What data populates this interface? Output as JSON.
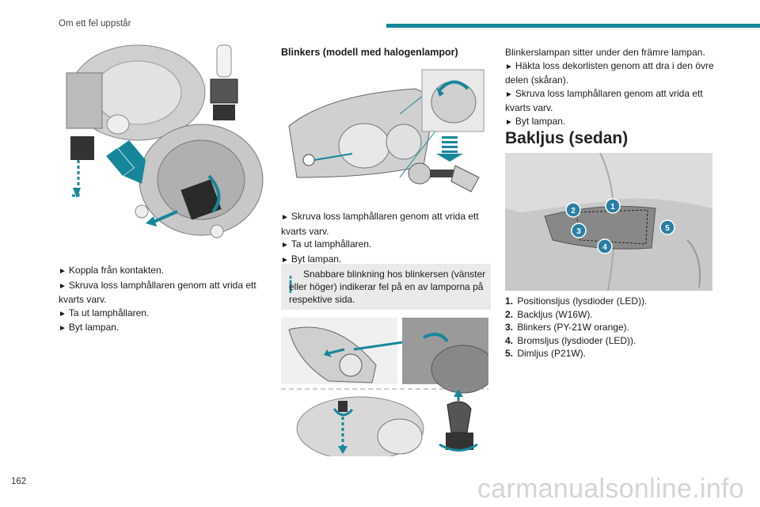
{
  "header": {
    "section_title": "Om ett fel uppstår"
  },
  "col1": {
    "steps": [
      "Koppla från kontakten.",
      "Skruva loss lamphållaren genom att vrida ett kvarts varv.",
      "Ta ut lamphållaren.",
      "Byt lampan."
    ]
  },
  "col2": {
    "heading": "Blinkers (modell med halogenlampor)",
    "steps": [
      "Skruva loss lamphållaren genom att vrida ett kvarts varv.",
      "Ta ut lamphållaren.",
      "Byt lampan."
    ],
    "note": "Snabbare blinkning hos blinkersen (vänster eller höger) indikerar fel på en av lamporna på respektive sida."
  },
  "col3": {
    "intro": "Blinkerslampan sitter under den främre lampan.",
    "steps": [
      "Häkta loss dekorlisten genom att dra i den övre delen (skåran).",
      "Skruva loss lamphållaren genom att vrida ett kvarts varv.",
      "Byt lampan."
    ],
    "heading": "Bakljus (sedan)",
    "callouts": [
      "1",
      "2",
      "3",
      "4",
      "5"
    ],
    "legend": [
      {
        "num": "1.",
        "text": "Positionsljus (lysdioder (LED))."
      },
      {
        "num": "2.",
        "text": "Backljus (W16W)."
      },
      {
        "num": "3.",
        "text": "Blinkers (PY-21W orange)."
      },
      {
        "num": "4.",
        "text": "Bromsljus (lysdioder (LED))."
      },
      {
        "num": "5.",
        "text": "Dimljus (P21W)."
      }
    ]
  },
  "footer": {
    "page_number": "162",
    "watermark": "carmanualsonline.info"
  },
  "colors": {
    "accent": "#16879a",
    "note_bg": "#eaeaea",
    "arrow": "#1a1a1a"
  }
}
